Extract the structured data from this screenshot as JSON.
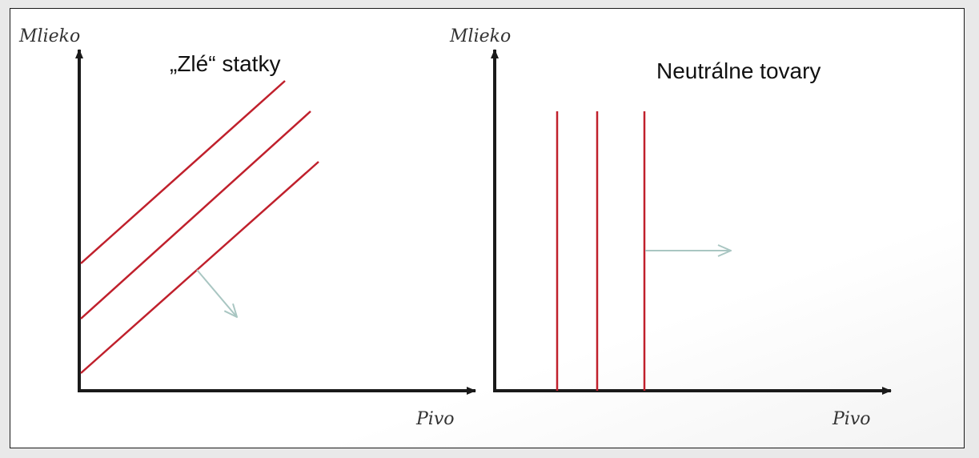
{
  "colors": {
    "axis": "#1a1a1a",
    "curve": "#c0202c",
    "arrow": "#a9c6c2",
    "text": "#333333"
  },
  "panels": [
    {
      "title": "„Zlé“ statky",
      "y_axis_label": "Mlieko",
      "x_axis_label": "Pivo",
      "curve_style": "upward-sloping parallel lines",
      "curve_count": 3,
      "shift_arrow": "down-right"
    },
    {
      "title": "Neutrálne tovary",
      "y_axis_label": "Mlieko",
      "x_axis_label": "Pivo",
      "curve_style": "vertical parallel lines",
      "curve_count": 3,
      "shift_arrow": "right"
    }
  ]
}
